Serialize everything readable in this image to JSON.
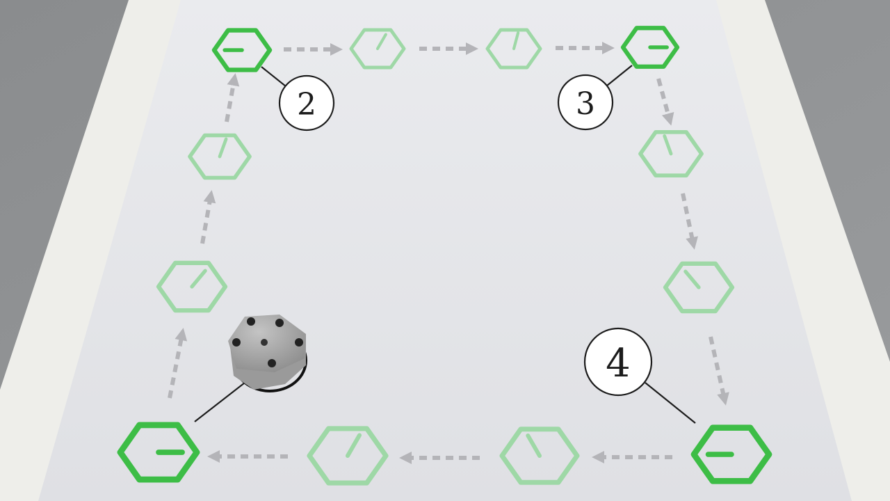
{
  "scene": {
    "description_colors": {
      "floor": "#8f9193",
      "board_border": "#eeeeea",
      "board_surface": "#e5e6ea",
      "waypoint_strong": "#3dbd46",
      "waypoint_faded": "#9ed8a6",
      "arrow": "#b4b4b8",
      "callout": "#1c1c1c",
      "robot_body": "#a3a3a3"
    },
    "callouts": [
      {
        "id": "waypoint-2",
        "number": "2"
      },
      {
        "id": "waypoint-3",
        "number": "3"
      },
      {
        "id": "waypoint-4",
        "number": "4"
      }
    ]
  }
}
